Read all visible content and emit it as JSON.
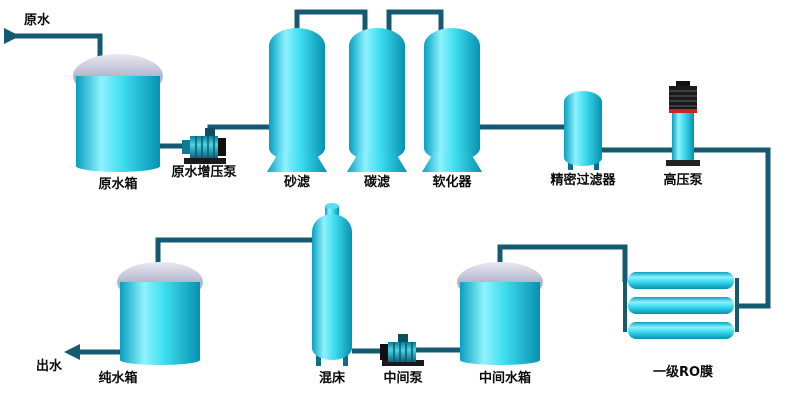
{
  "diagram": {
    "type": "process-flow",
    "labels": {
      "inlet": "原水",
      "raw_tank": "原水箱",
      "booster_pump": "原水增压泵",
      "sand_filter": "砂滤",
      "carbon_filter": "碳滤",
      "softener": "软化器",
      "precision_filter": "精密过滤器",
      "hp_pump": "高压泵",
      "ro_membrane": "一级RO膜",
      "mid_tank": "中间水箱",
      "mid_pump": "中间泵",
      "mixed_bed": "混床",
      "pure_tank": "纯水箱",
      "outlet": "出水"
    },
    "flow_sequence": [
      "inlet",
      "raw_tank",
      "booster_pump",
      "sand_filter",
      "carbon_filter",
      "softener",
      "precision_filter",
      "hp_pump",
      "ro_membrane",
      "mid_tank",
      "mid_pump",
      "mixed_bed",
      "pure_tank",
      "outlet"
    ],
    "colors": {
      "vessel_cyan": "#2ad7ea",
      "pipe": "#155a70",
      "tank_lid_gray": "#a9aac4",
      "pump_dark": "#1a1a1a",
      "text": "#0a0a0a",
      "background": "#ffffff"
    }
  }
}
